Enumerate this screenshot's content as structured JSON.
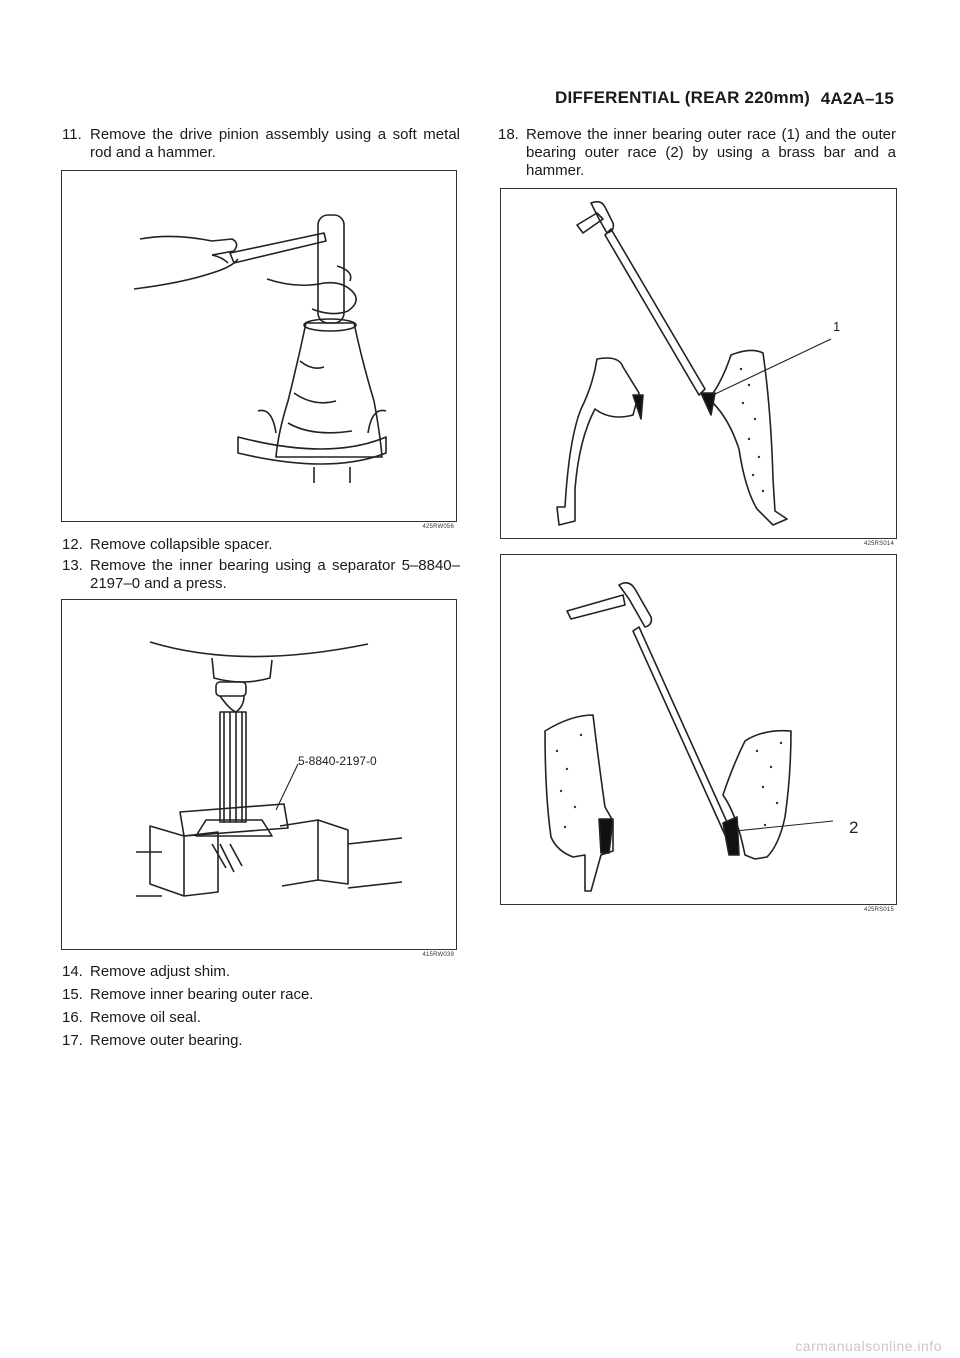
{
  "header": {
    "section": "DIFFERENTIAL (REAR 220mm)",
    "page": "4A2A–15"
  },
  "steps": [
    {
      "num": "11.",
      "text": "Remove the drive pinion assembly using a soft metal rod and a hammer."
    },
    {
      "num": "12.",
      "text": "Remove collapsible spacer."
    },
    {
      "num": "13.",
      "text": "Remove the inner bearing using a separator 5–8840–2197–0 and a press."
    },
    {
      "num": "14.",
      "text": "Remove adjust shim."
    },
    {
      "num": "15.",
      "text": "Remove inner bearing outer race."
    },
    {
      "num": "16.",
      "text": "Remove oil seal."
    },
    {
      "num": "17.",
      "text": "Remove outer bearing."
    },
    {
      "num": "18.",
      "text": "Remove the inner bearing outer race (1) and the outer bearing outer race (2) by using a brass bar and a hammer."
    }
  ],
  "figures": [
    {
      "code": "425RW056",
      "callout": ""
    },
    {
      "code": "415RW039",
      "callout": "5-8840-2197-0"
    },
    {
      "code": "425RS014",
      "callout": "1"
    },
    {
      "code": "425RS015",
      "callout": "2"
    }
  ],
  "footer": {
    "watermark": "carmanualsonline.info"
  }
}
